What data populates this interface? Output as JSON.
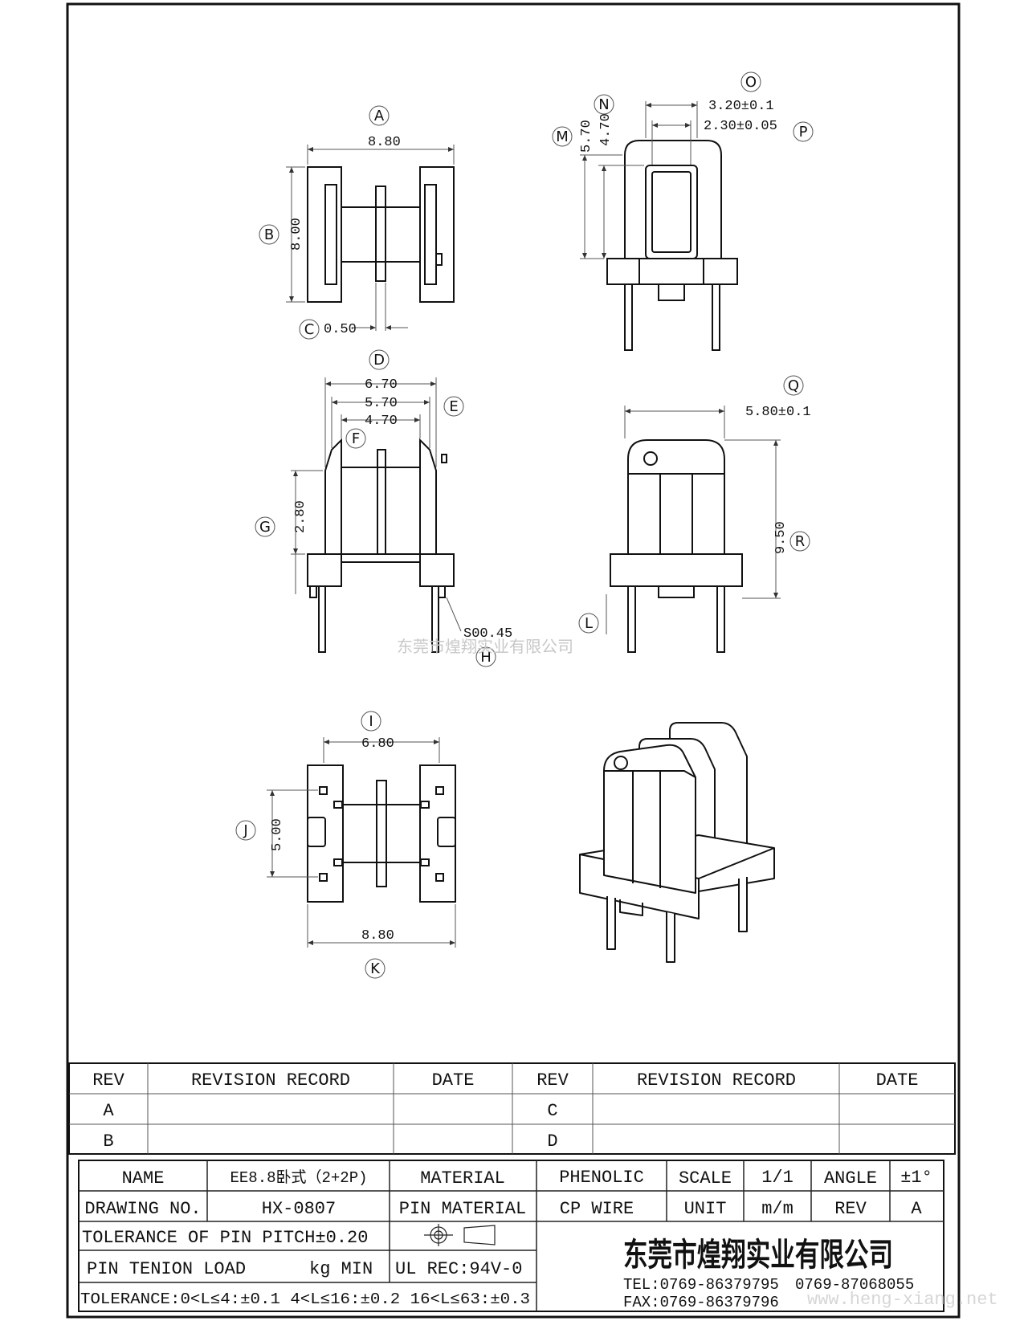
{
  "labels": {
    "A": "A",
    "B": "B",
    "C": "C",
    "D": "D",
    "E": "E",
    "F": "F",
    "G": "G",
    "H": "H",
    "I": "I",
    "J": "J",
    "K": "K",
    "L": "L",
    "M": "M",
    "N": "N",
    "O": "O",
    "P": "P",
    "Q": "Q",
    "R": "R"
  },
  "dims": {
    "A": "8.80",
    "B": "8.00",
    "C": "0.50",
    "D1": "6.70",
    "D2": "5.70",
    "D3": "4.70",
    "G": "2.80",
    "H": "S00.45",
    "I": "6.80",
    "J": "5.00",
    "K": "8.80",
    "M": "5.70",
    "N": "4.70",
    "O": "3.20±0.1",
    "P": "2.30±0.05",
    "Q": "5.80±0.1",
    "R": "9.50"
  },
  "watermark": {
    "company": "东莞市煌翔实业有限公司",
    "site": "www.heng-xiang.net"
  },
  "revision": {
    "headers": [
      "REV",
      "REVISION RECORD",
      "DATE",
      "REV",
      "REVISION RECORD",
      "DATE"
    ],
    "left_revs": [
      "A",
      "B"
    ],
    "right_revs": [
      "C",
      "D"
    ]
  },
  "titleblock": {
    "name_label": "NAME",
    "name_value": "EE8.8卧式（2+2P)",
    "material_label": "MATERIAL",
    "material_value": "PHENOLIC",
    "scale_label": "SCALE",
    "scale_value": "1/1",
    "angle_label": "ANGLE",
    "angle_value": "±1°",
    "drawing_label": "DRAWING NO.",
    "drawing_value": "HX-0807",
    "pin_material_label": "PIN MATERIAL",
    "pin_material_value": "CP WIRE",
    "unit_label": "UNIT",
    "unit_value": "m/m",
    "rev_label": "REV",
    "rev_value": "A",
    "tolerance_pitch": "TOLERANCE OF PIN PITCH±0.20",
    "pin_tenion_label": "PIN TENION LOAD",
    "pin_tenion_unit": "kg MIN",
    "ul_rec": "UL REC:94V-0",
    "tolerance_ranges": "TOLERANCE:0<L≤4:±0.1  4<L≤16:±0.2  16<L≤63:±0.3",
    "company": "东莞市煌翔实业有限公司",
    "tel": "TEL:0769-86379795",
    "tel2": "0769-87068055",
    "fax": "FAX:0769-86379796"
  }
}
